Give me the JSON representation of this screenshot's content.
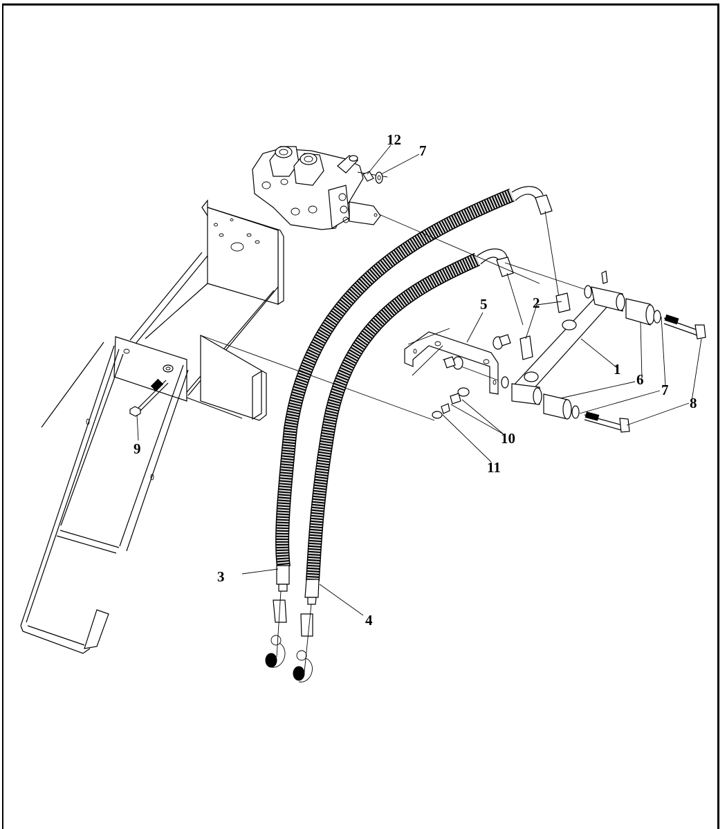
{
  "diagram": {
    "type": "exploded parts diagram",
    "colors": {
      "line": "#000000",
      "background": "#ffffff"
    },
    "callouts": [
      {
        "id": "1",
        "label": "1",
        "part": "tee-manifold"
      },
      {
        "id": "2a",
        "label": "2",
        "part": "fitting-adapter"
      },
      {
        "id": "3",
        "label": "3",
        "part": "braided-hose-left"
      },
      {
        "id": "4",
        "label": "4",
        "part": "braided-hose-right"
      },
      {
        "id": "5",
        "label": "5",
        "part": "mounting-bracket"
      },
      {
        "id": "6a",
        "label": "6",
        "part": "spacer-upper"
      },
      {
        "id": "6b",
        "label": "6",
        "part": "spacer-lower"
      },
      {
        "id": "7a",
        "label": "7",
        "part": "washer-valve"
      },
      {
        "id": "7b",
        "label": "7",
        "part": "washer-upper"
      },
      {
        "id": "7c",
        "label": "7",
        "part": "washer-lower"
      },
      {
        "id": "8",
        "label": "8",
        "part": "hex-bolt"
      },
      {
        "id": "9",
        "label": "9",
        "part": "bracket-bolt"
      },
      {
        "id": "10",
        "label": "10",
        "part": "valve-nut"
      },
      {
        "id": "11",
        "label": "11",
        "part": "nuts"
      },
      {
        "id": "12",
        "label": "12",
        "part": "washer-bracket"
      }
    ]
  }
}
